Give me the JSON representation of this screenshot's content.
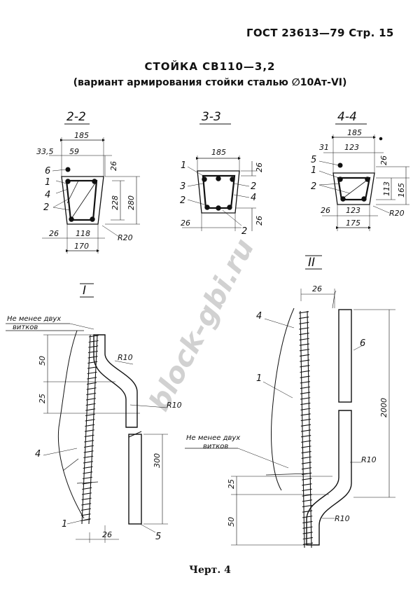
{
  "header": "ГОСТ 23613—79 Стр. 15",
  "title": "СТОЙКА СВ110—3,2",
  "subtitle": "(вариант армирования стойки сталью ∅10Ат-VI)",
  "caption": "Черт. 4",
  "watermark": "block-gbi.ru",
  "section_2": {
    "label": "2-2",
    "dims": {
      "top_width": "185",
      "left_offset": "33,5",
      "inner_top": "59",
      "right_top": "26",
      "inner_height": "228",
      "outer_height": "280",
      "left_bottom": "26",
      "inner_bottom": "118",
      "bottom_width": "170",
      "radius": "R20"
    },
    "callouts": [
      "6",
      "1",
      "4",
      "2"
    ]
  },
  "section_3": {
    "label": "3-3",
    "dims": {
      "top_width": "185",
      "right_top": "26",
      "bottom_left": "26",
      "bottom_right": "26"
    },
    "callouts": [
      "1",
      "3",
      "2",
      "2",
      "4",
      "2"
    ]
  },
  "section_4": {
    "label": "4-4",
    "dims": {
      "top_width": "185",
      "left_offset": "31",
      "inner_top": "123",
      "right_top": "26",
      "inner_height": "113",
      "outer_height": "165",
      "left_bottom": "26",
      "inner_bottom": "123",
      "bottom_width": "175",
      "radius": "R20"
    },
    "callouts": [
      "5",
      "1",
      "2"
    ]
  },
  "detail_1": {
    "label": "I",
    "note_line1": "Не менее двух",
    "note_line2": "витков",
    "dims": [
      "50",
      "25",
      "300",
      "26"
    ],
    "radii": [
      "R10",
      "R10"
    ],
    "callouts": [
      "4",
      "1",
      "5"
    ]
  },
  "detail_2": {
    "label": "II",
    "note_line1": "Не менее двух",
    "note_line2": "витков",
    "dims": [
      "26",
      "2000",
      "25",
      "50"
    ],
    "radii": [
      "R10",
      "R10"
    ],
    "callouts": [
      "4",
      "1",
      "6"
    ]
  }
}
